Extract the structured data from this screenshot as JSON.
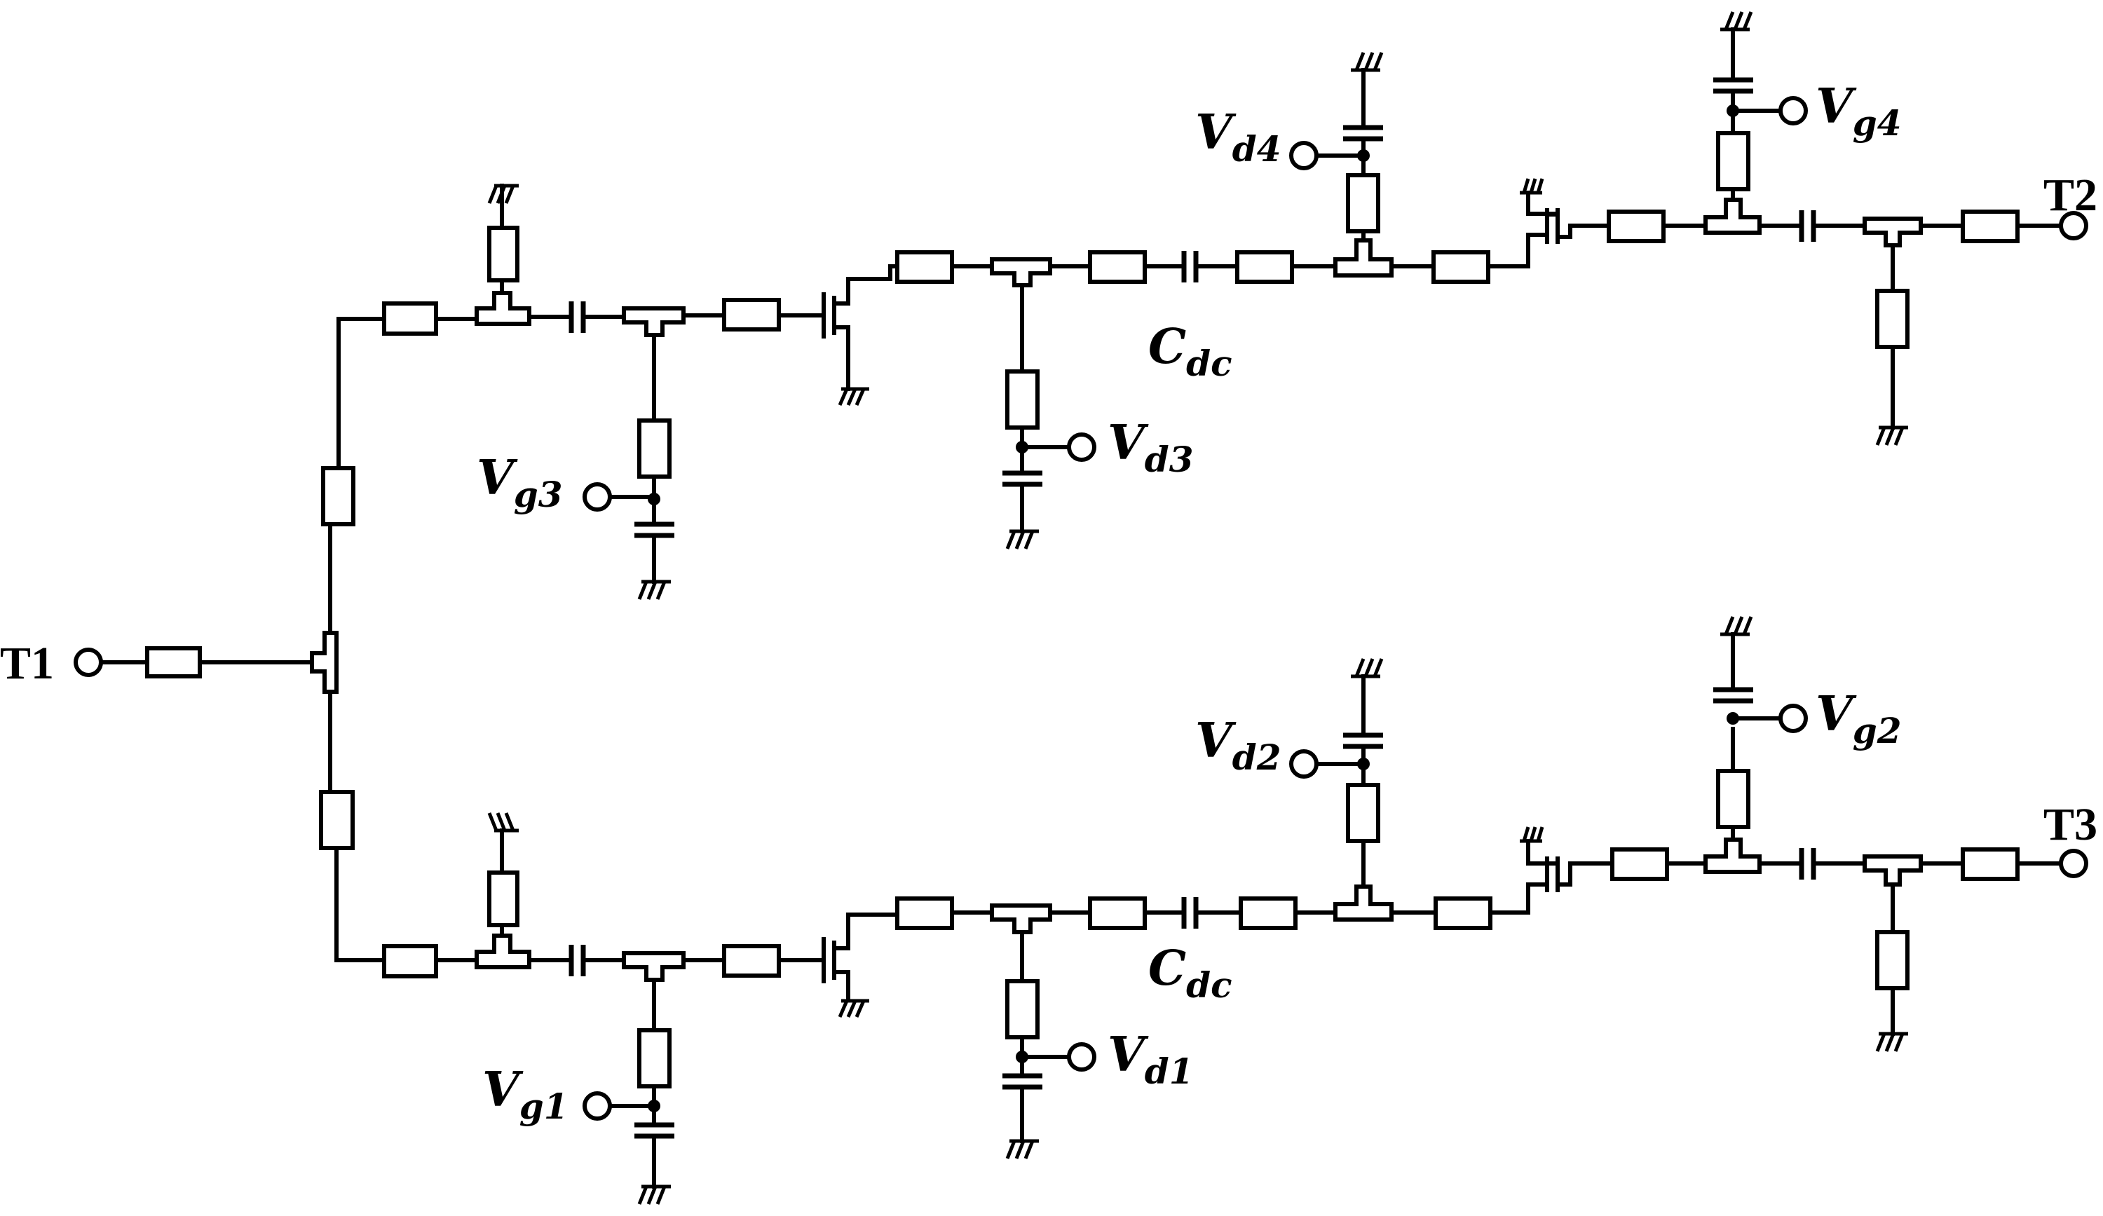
{
  "terminals": {
    "t1": "T1",
    "t2": "T2",
    "t3": "T3"
  },
  "labels": {
    "vg1": {
      "main": "V",
      "sub": "g1"
    },
    "vg2": {
      "main": "V",
      "sub": "g2"
    },
    "vg3": {
      "main": "V",
      "sub": "g3"
    },
    "vg4": {
      "main": "V",
      "sub": "g4"
    },
    "vd1": {
      "main": "V",
      "sub": "d1"
    },
    "vd2": {
      "main": "V",
      "sub": "d2"
    },
    "vd3": {
      "main": "V",
      "sub": "d3"
    },
    "vd4": {
      "main": "V",
      "sub": "d4"
    },
    "cdc_top": {
      "main": "C",
      "sub": "dc"
    },
    "cdc_bottom": {
      "main": "C",
      "sub": "dc"
    }
  },
  "colors": {
    "line": "#000000",
    "background": "#ffffff"
  }
}
